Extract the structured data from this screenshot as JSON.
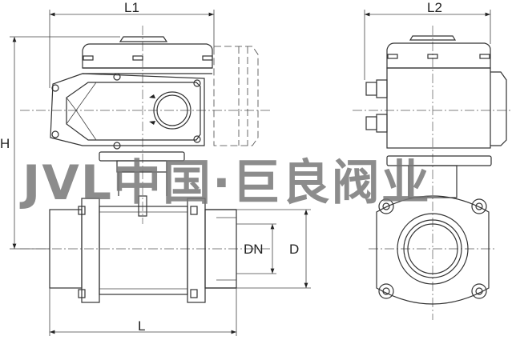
{
  "dimensions": {
    "l1": "L1",
    "l2": "L2",
    "h": "H",
    "dn": "DN",
    "d": "D",
    "l": "L"
  },
  "watermark": "JVL中国·巨良阀业"
}
